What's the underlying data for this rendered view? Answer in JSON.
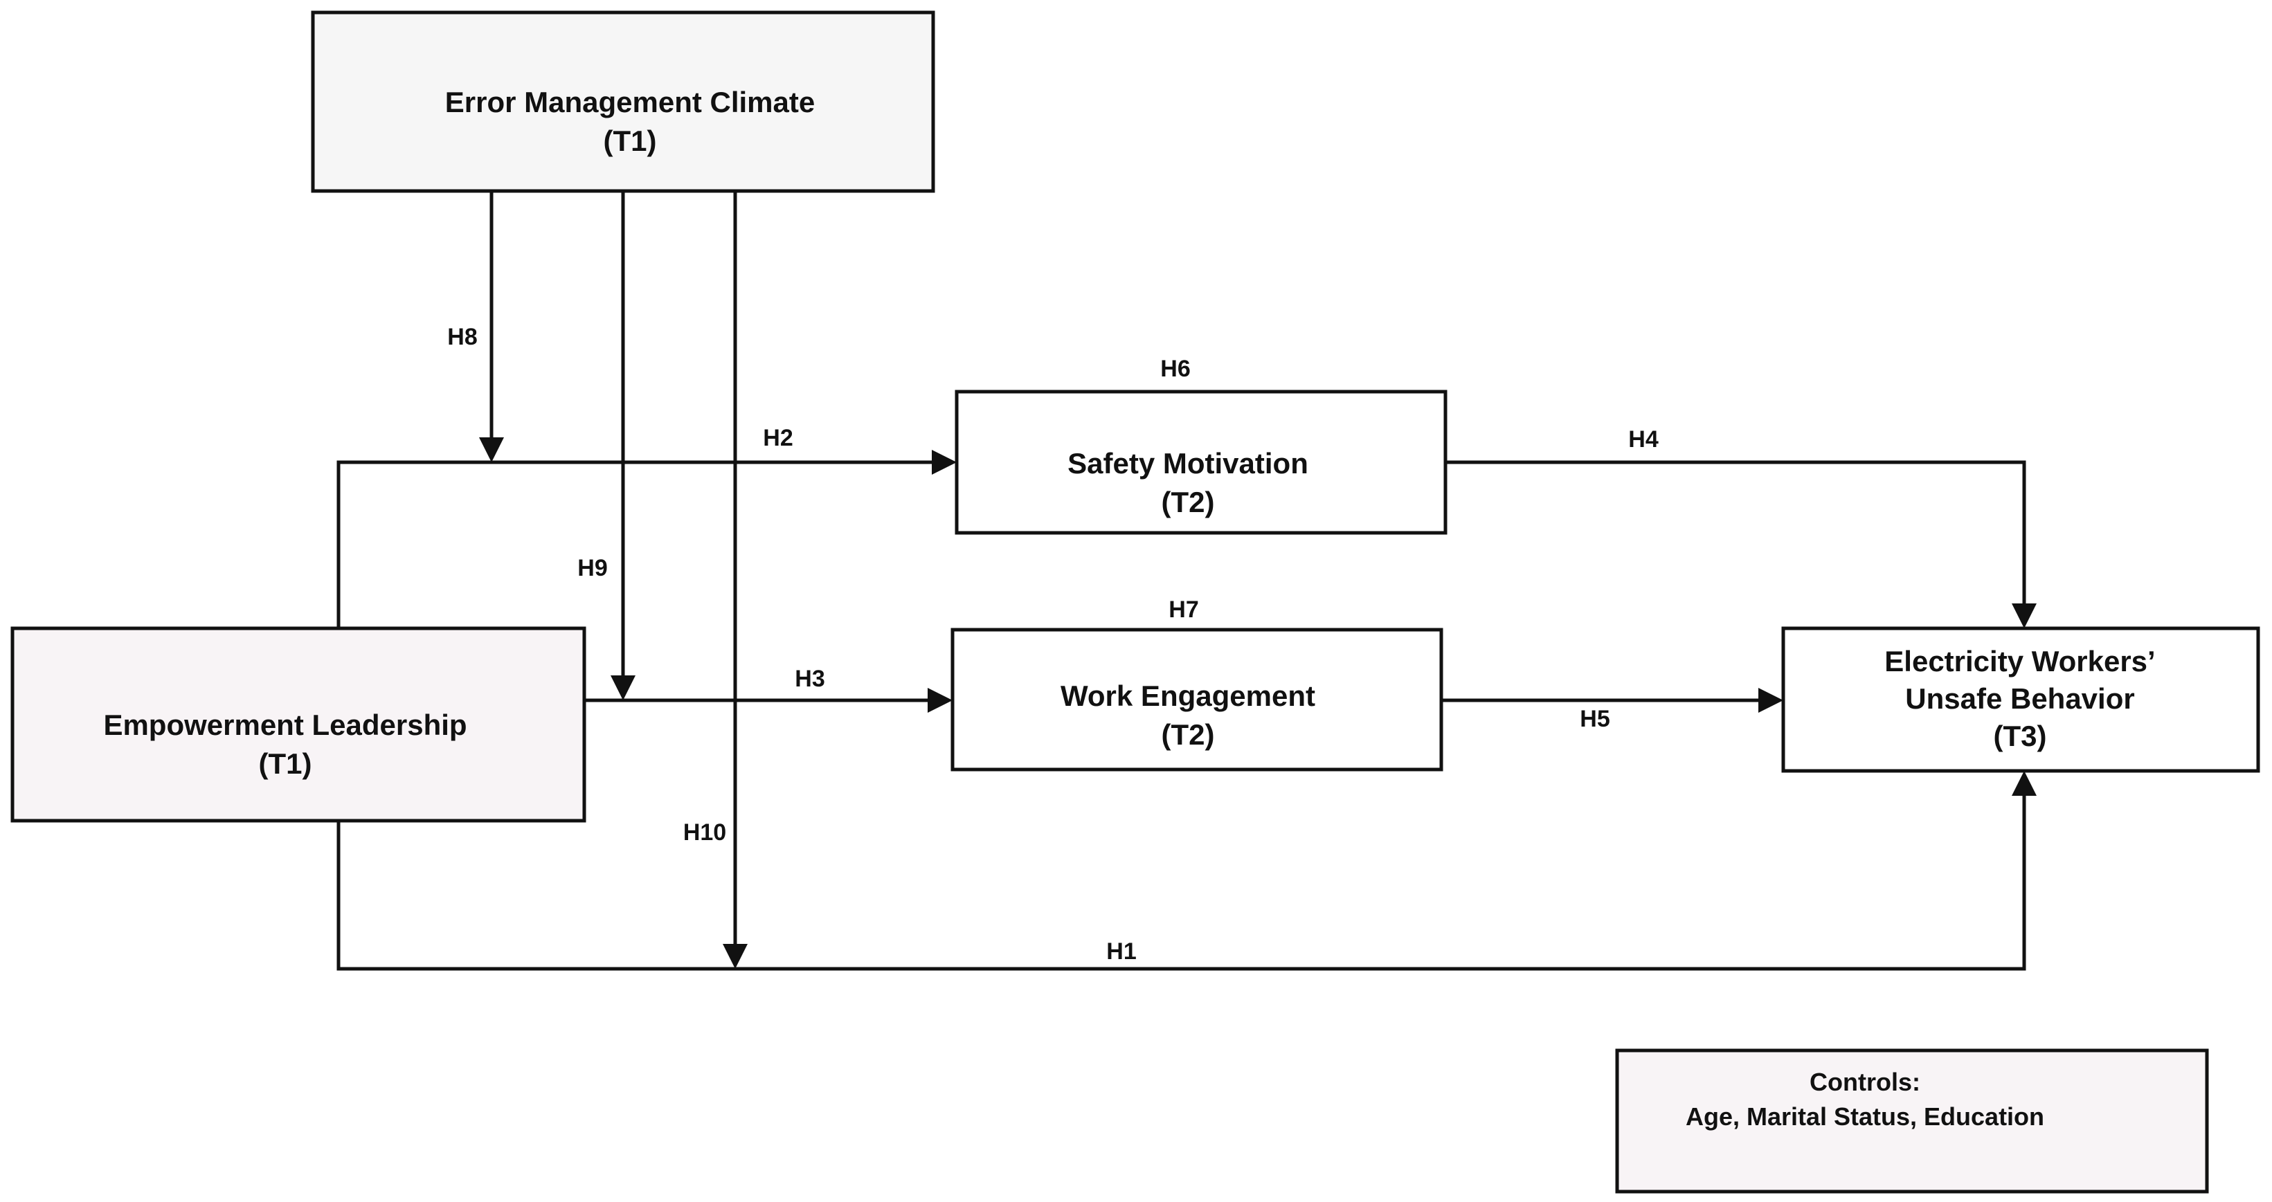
{
  "nodes": {
    "error_management_climate": {
      "title": "Error Management Climate",
      "time": "(T1)"
    },
    "empowerment_leadership": {
      "title": "Empowerment Leadership",
      "time": "(T1)"
    },
    "safety_motivation": {
      "title": "Safety Motivation",
      "time": "(T2)"
    },
    "work_engagement": {
      "title": "Work Engagement",
      "time": "(T2)"
    },
    "unsafe_behavior": {
      "line1": "Electricity Workers’",
      "line2": "Unsafe Behavior",
      "time": "(T3)"
    },
    "controls": {
      "title": "Controls:",
      "items": "Age, Marital Status, Education"
    }
  },
  "hypotheses": {
    "h1": "H1",
    "h2": "H2",
    "h3": "H3",
    "h4": "H4",
    "h5": "H5",
    "h6": "H6",
    "h7": "H7",
    "h8": "H8",
    "h9": "H9",
    "h10": "H10"
  }
}
